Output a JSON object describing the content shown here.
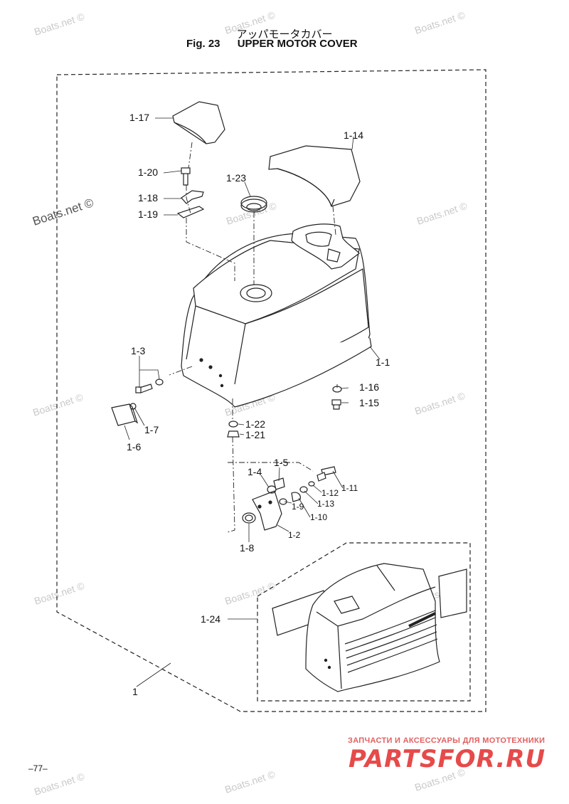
{
  "header": {
    "title_jp": "アッパモータカバー",
    "fig_label": "Fig. 23",
    "title_en": "UPPER MOTOR COVER"
  },
  "callouts": [
    {
      "id": "c-1-17",
      "label": "1-17"
    },
    {
      "id": "c-1-14",
      "label": "1-14"
    },
    {
      "id": "c-1-20",
      "label": "1-20"
    },
    {
      "id": "c-1-23",
      "label": "1-23"
    },
    {
      "id": "c-1-18",
      "label": "1-18"
    },
    {
      "id": "c-1-19",
      "label": "1-19"
    },
    {
      "id": "c-1-3",
      "label": "1-3"
    },
    {
      "id": "c-1-1",
      "label": "1-1"
    },
    {
      "id": "c-1-16",
      "label": "1-16"
    },
    {
      "id": "c-1-15",
      "label": "1-15"
    },
    {
      "id": "c-1-7",
      "label": "1-7"
    },
    {
      "id": "c-1-6",
      "label": "1-6"
    },
    {
      "id": "c-1-22",
      "label": "1-22"
    },
    {
      "id": "c-1-21",
      "label": "1-21"
    },
    {
      "id": "c-1-5",
      "label": "1-5"
    },
    {
      "id": "c-1-4",
      "label": "1-4"
    },
    {
      "id": "c-1-11",
      "label": "1-11"
    },
    {
      "id": "c-1-12",
      "label": "1-12"
    },
    {
      "id": "c-1-13",
      "label": "1-13"
    },
    {
      "id": "c-1-10",
      "label": "1-10"
    },
    {
      "id": "c-1-9",
      "label": "1-9"
    },
    {
      "id": "c-1-2",
      "label": "1-2"
    },
    {
      "id": "c-1-8",
      "label": "1-8"
    },
    {
      "id": "c-1-24",
      "label": "1-24"
    },
    {
      "id": "c-1",
      "label": "1"
    }
  ],
  "watermark": {
    "text": "Boats.net ©"
  },
  "footer": {
    "page_number": "–77–",
    "logo_subtitle": "ЗАПЧАСТИ И АКСЕССУАРЫ ДЛЯ МОТОТЕХНИКИ",
    "logo_text": "PARTSFOR.RU"
  },
  "colors": {
    "line": "#222222",
    "watermark": "#c9c9c9",
    "logo": "#e64a4a"
  }
}
